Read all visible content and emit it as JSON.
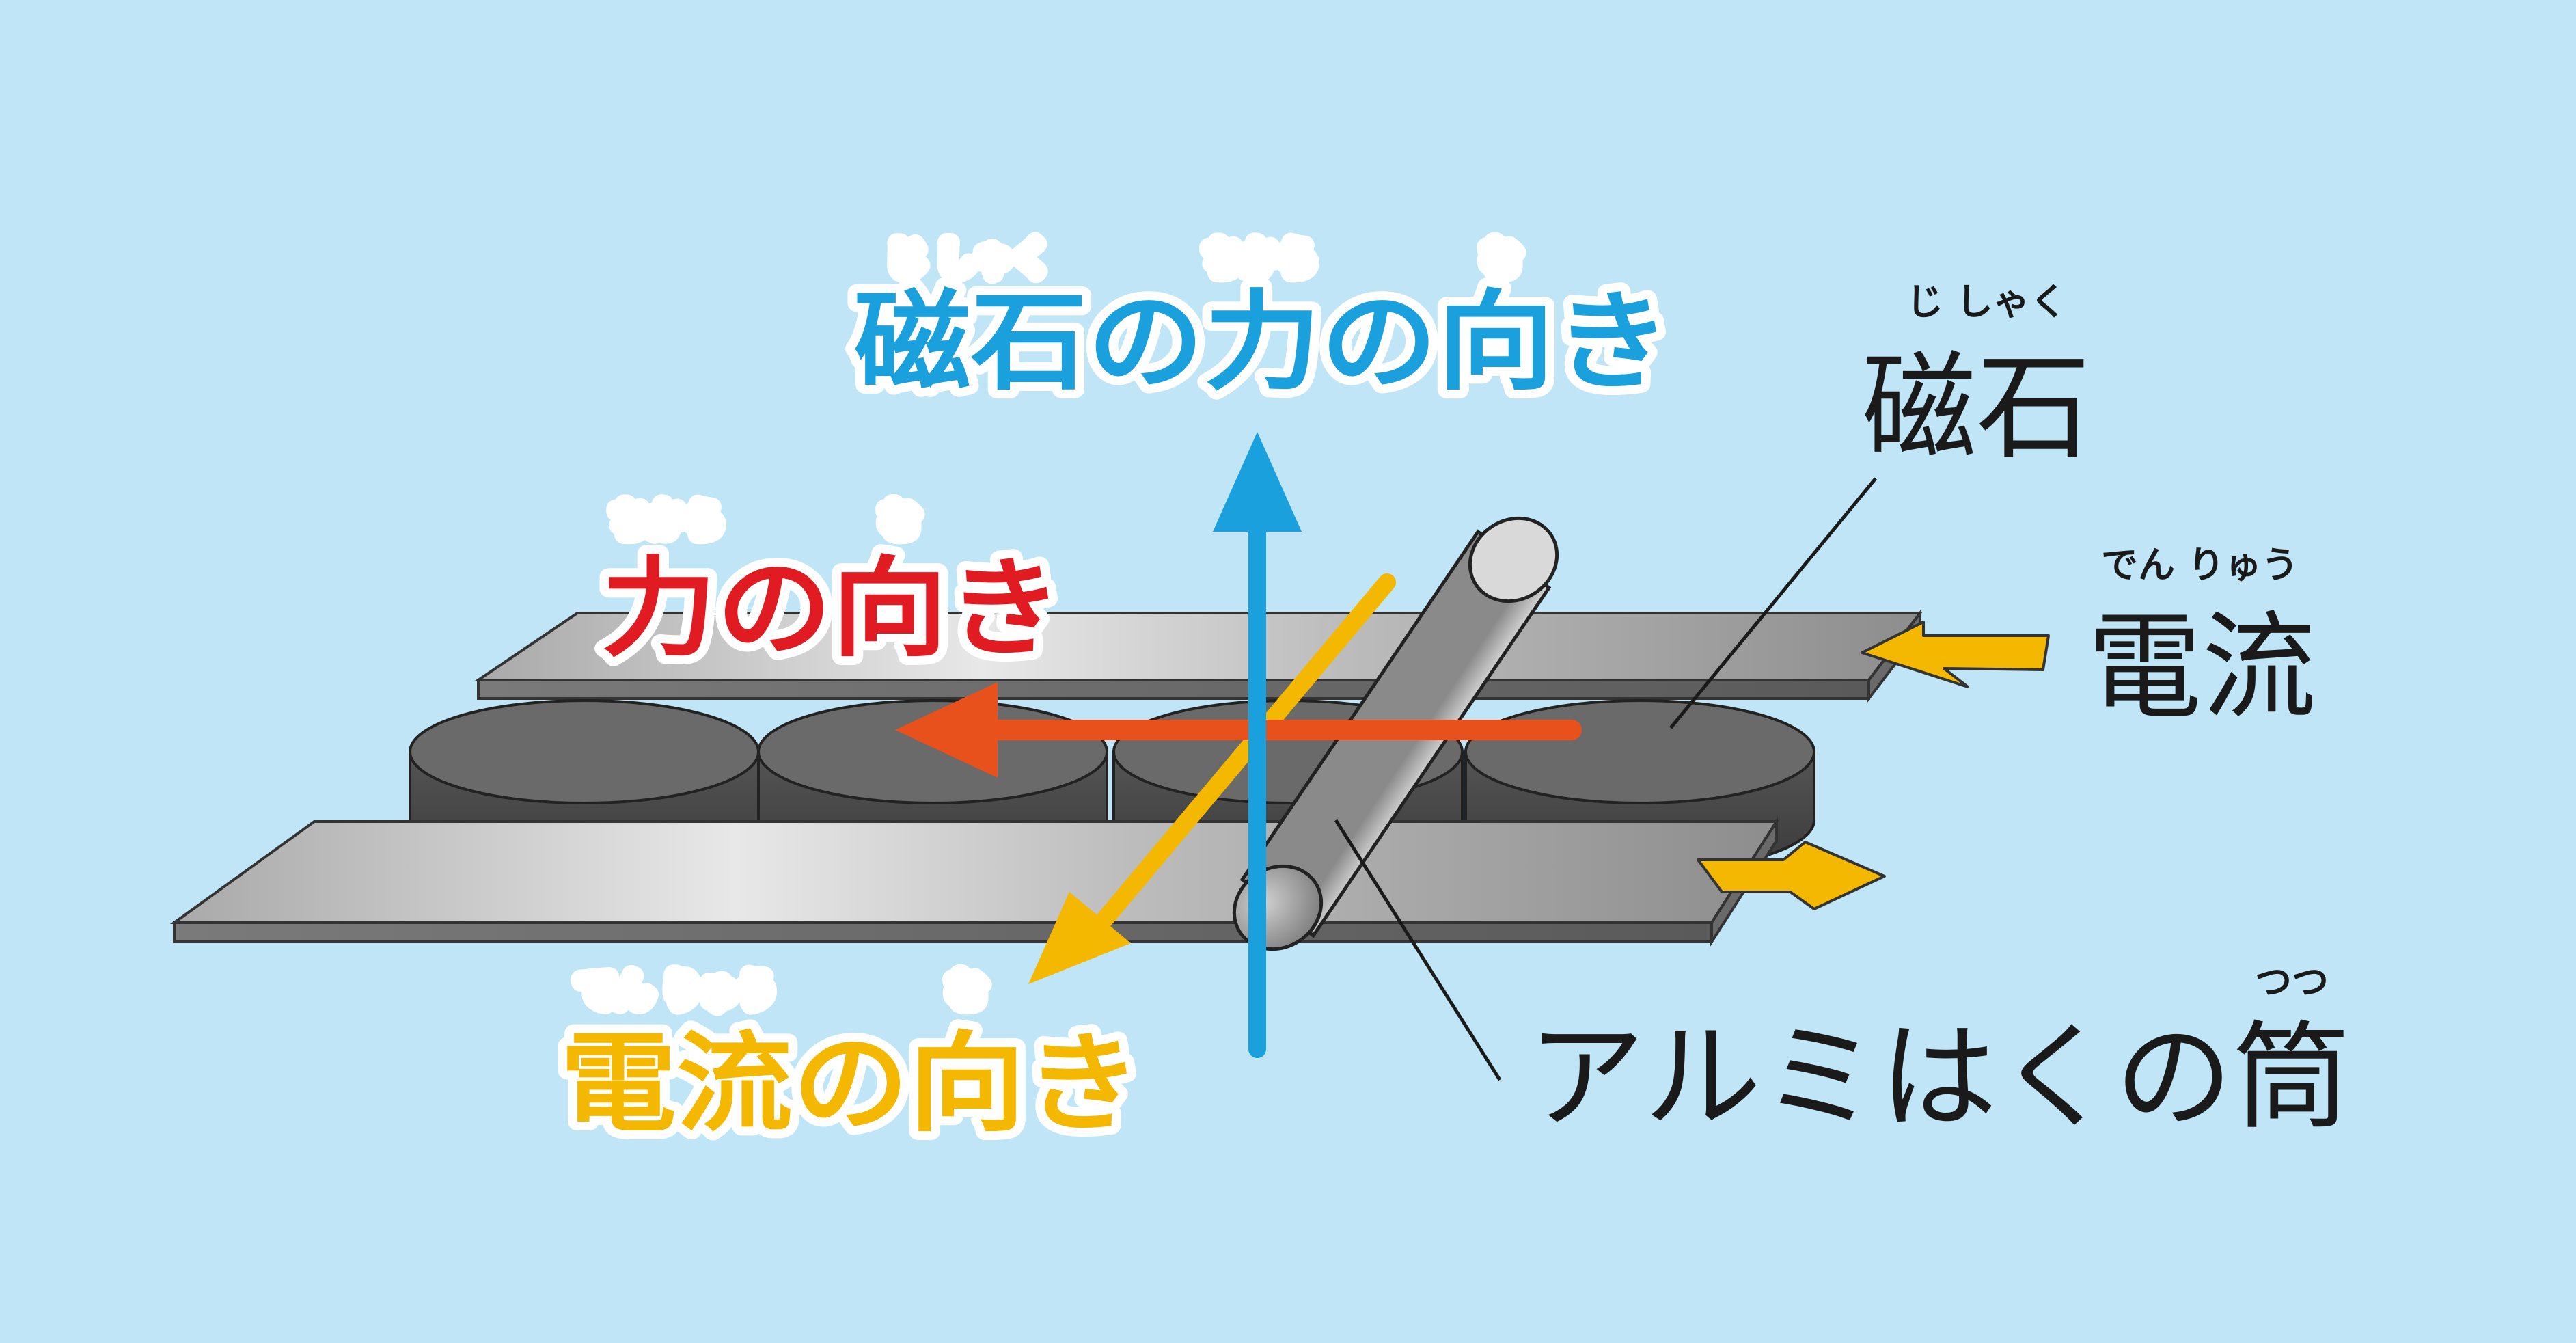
{
  "labels": {
    "magnet_force": {
      "text": "磁石の力の向き",
      "ruby": [
        "じ しゃく",
        "ちから",
        "む"
      ]
    },
    "force": {
      "text": "力の向き",
      "ruby": [
        "ちから",
        "む"
      ]
    },
    "current_dir": {
      "text": "電流の向き",
      "ruby": [
        "でん りゅう",
        "む"
      ]
    },
    "magnet": {
      "text": "磁石",
      "ruby": "じ しゃく"
    },
    "current": {
      "text": "電流",
      "ruby": "でん りゅう"
    },
    "foil_tube": {
      "text": "アルミはくの筒",
      "ruby": "つつ"
    }
  },
  "colors": {
    "background": "#bfe5f7",
    "magnet_force": "#1aa0dc",
    "force": "#e11b22",
    "force_arrow": "#e8501c",
    "current": "#f5b800",
    "text_dark": "#1a1a1a"
  }
}
